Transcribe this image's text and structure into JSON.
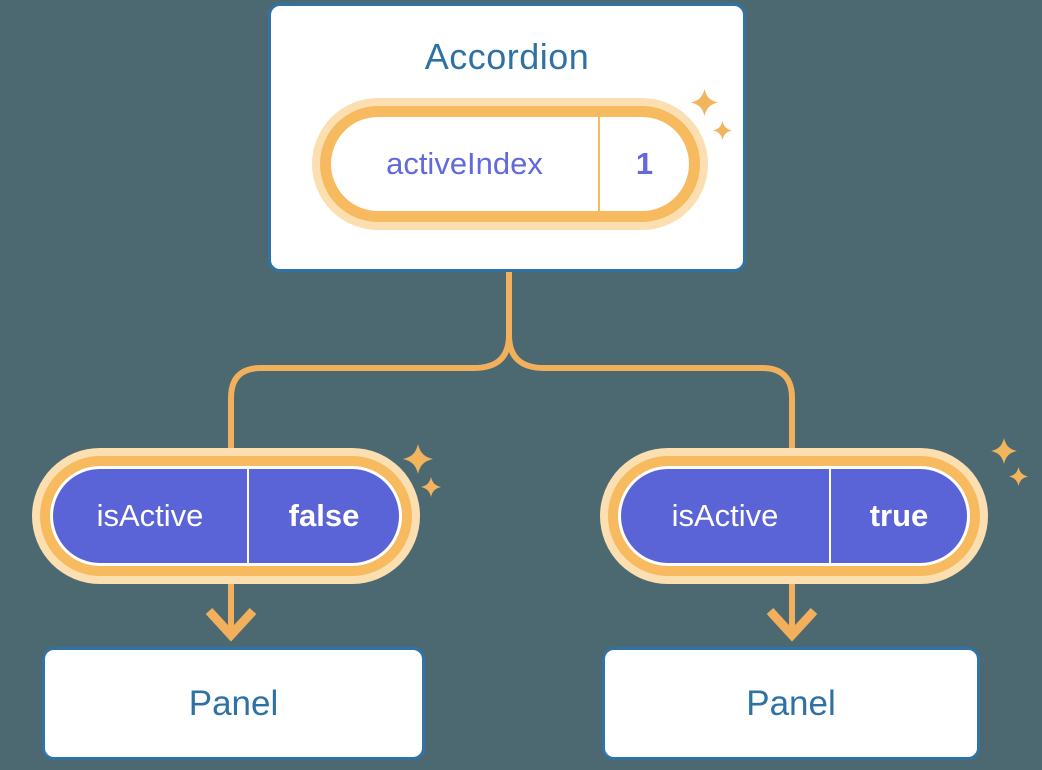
{
  "colors": {
    "background": "#4C6971",
    "card_background": "#FFFFFF",
    "card_border_blue": "#2F73A7",
    "heading_blue": "#2E72A4",
    "pill_ring_orange": "#F7BA5E",
    "pill_glow_orange": "#FBDFB0",
    "connector_orange": "#F2B05C",
    "sparkle_orange": "#F2B45C",
    "prop_pill_purple": "#5B64D6",
    "state_text_indigo": "#6269DC",
    "prop_text_white": "#FFFFFF"
  },
  "diagram": {
    "root_card": {
      "title": "Accordion",
      "state": {
        "name": "activeIndex",
        "value": "1"
      }
    },
    "children": [
      {
        "prop": {
          "name": "isActive",
          "value": "false"
        },
        "card": {
          "title": "Panel"
        }
      },
      {
        "prop": {
          "name": "isActive",
          "value": "true"
        },
        "card": {
          "title": "Panel"
        }
      }
    ]
  }
}
